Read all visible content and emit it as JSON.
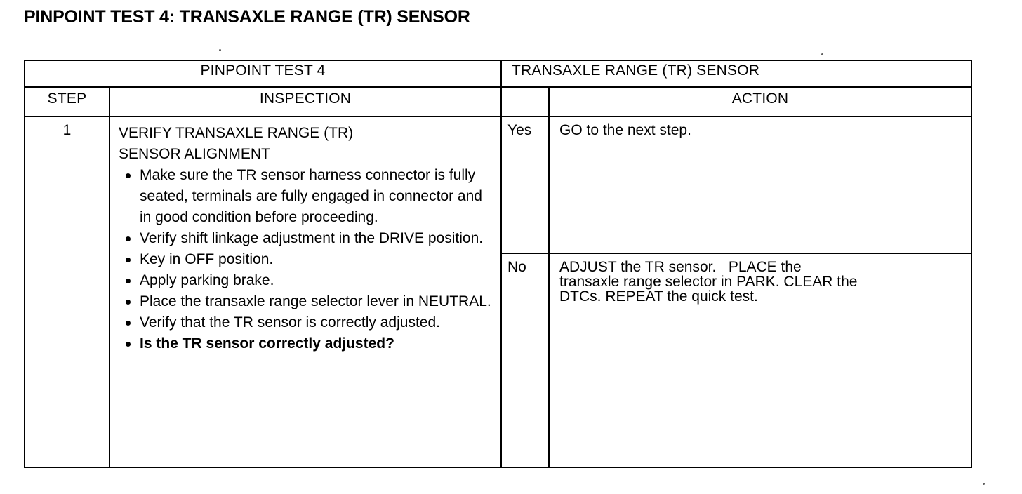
{
  "page": {
    "title": "PINPOINT TEST 4: TRANSAXLE RANGE (TR) SENSOR"
  },
  "table": {
    "banner": {
      "test_id": "PINPOINT TEST 4",
      "test_name": "TRANSAXLE RANGE (TR) SENSOR"
    },
    "columns": {
      "step": "STEP",
      "inspection": "INSPECTION",
      "action": "ACTION"
    },
    "rows": [
      {
        "step": "1",
        "inspection": {
          "heading": "VERIFY TRANSAXLE RANGE (TR)\nSENSOR ALIGNMENT",
          "bullets": [
            {
              "text": "Make sure the TR sensor harness connector is fully seated, terminals are fully engaged in connector and in good condition before proceeding.",
              "bold": false
            },
            {
              "text": "Verify shift linkage adjustment in the DRIVE position.",
              "bold": false
            },
            {
              "text": "Key in OFF position.",
              "bold": false
            },
            {
              "text": "Apply parking brake.",
              "bold": false
            },
            {
              "text": "Place the transaxle range selector lever in NEUTRAL.",
              "bold": false
            },
            {
              "text": "Verify that the TR sensor is correctly adjusted.",
              "bold": false
            },
            {
              "text": "Is the TR sensor correctly adjusted?",
              "bold": true
            }
          ]
        },
        "outcomes": [
          {
            "label": "Yes",
            "action_lines": [
              "GO to the next step."
            ]
          },
          {
            "label": "No",
            "action_lines": [
              "ADJUST the TR sensor.   PLACE the",
              "transaxle range selector in PARK. CLEAR the",
              "DTCs. REPEAT the quick test."
            ]
          }
        ]
      }
    ]
  }
}
